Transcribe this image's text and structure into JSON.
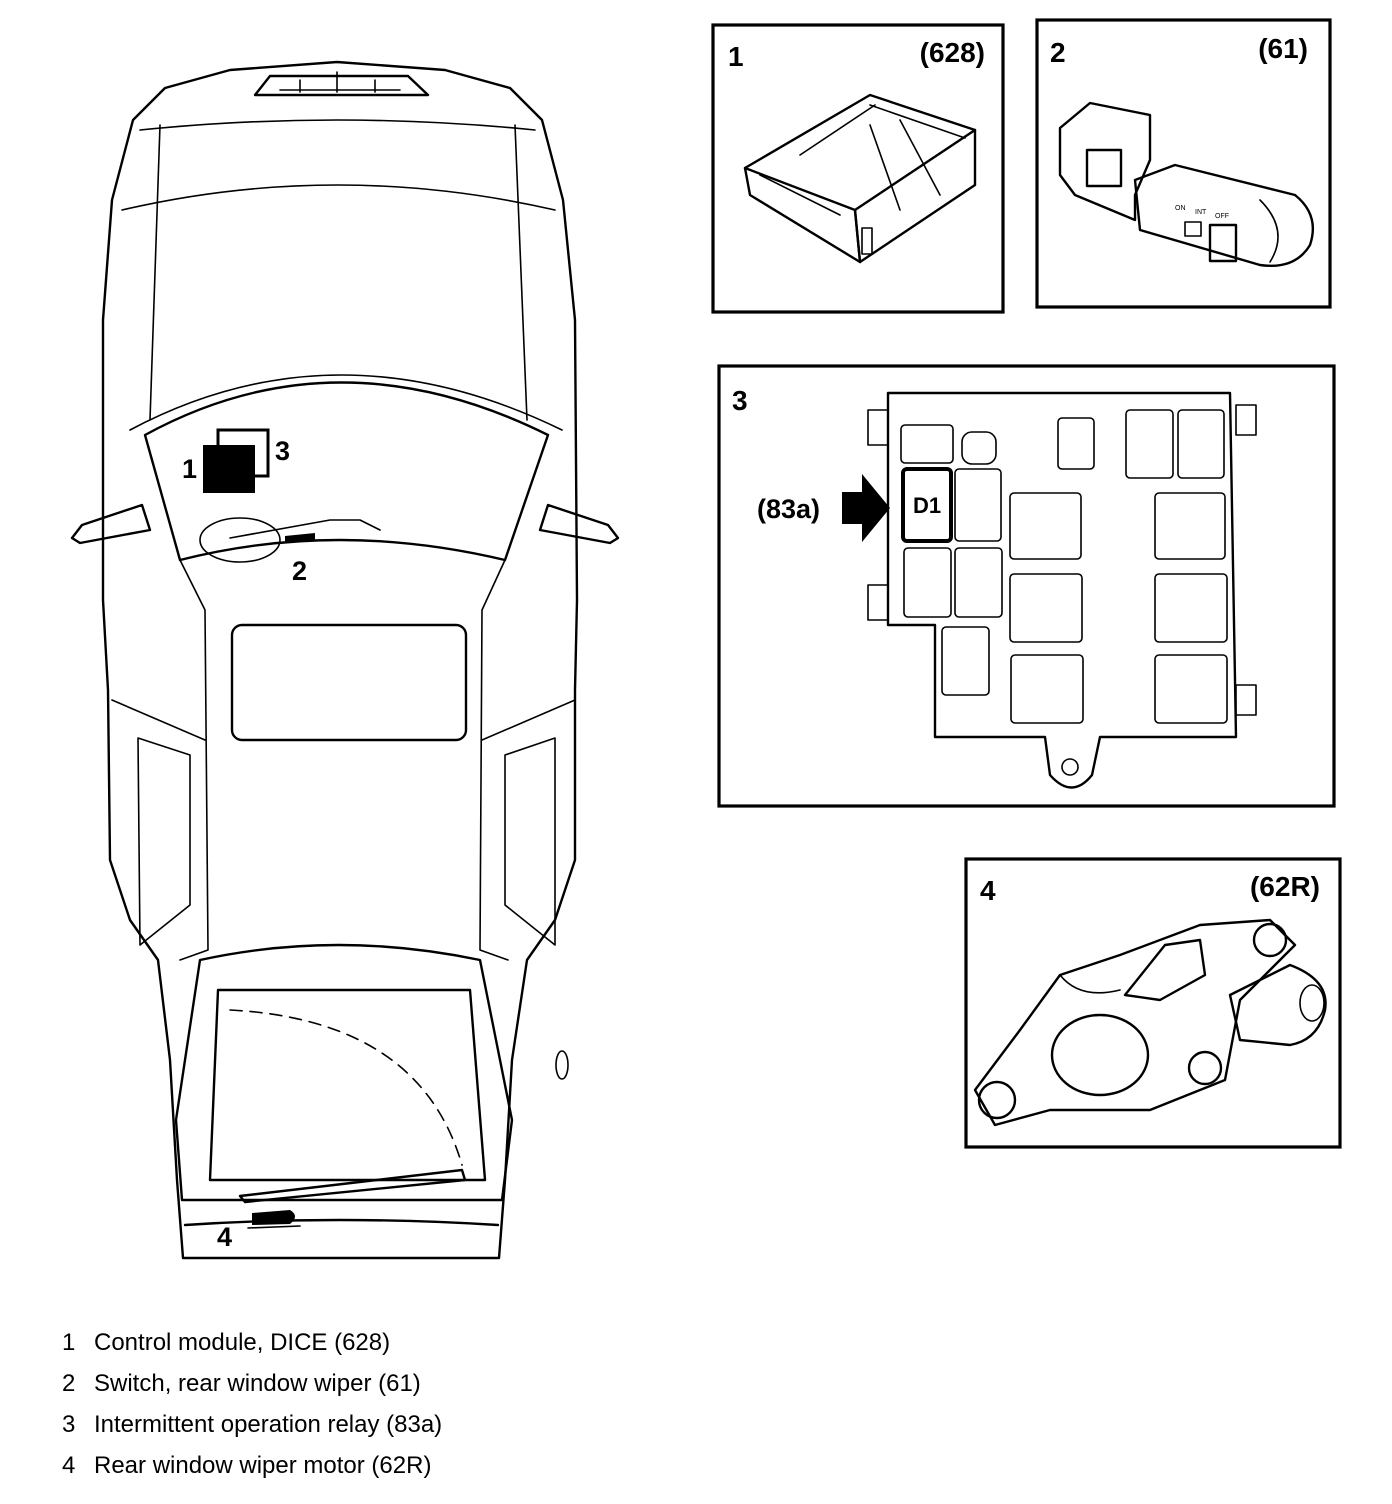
{
  "car": {
    "markers": [
      "1",
      "2",
      "3",
      "4"
    ]
  },
  "panels": [
    {
      "number": "1",
      "code": "(628)"
    },
    {
      "number": "2",
      "code": "(61)"
    },
    {
      "number": "3",
      "code": "",
      "callout": "(83a)",
      "relay_label": "D1"
    },
    {
      "number": "4",
      "code": "(62R)"
    }
  ],
  "switch_markings": [
    "ON",
    "INT",
    "OFF"
  ],
  "legend": [
    {
      "num": "1",
      "text": "Control module, DICE (628)"
    },
    {
      "num": "2",
      "text": "Switch, rear window wiper (61)"
    },
    {
      "num": "3",
      "text": "Intermittent operation relay (83a)"
    },
    {
      "num": "4",
      "text": "Rear window wiper motor (62R)"
    }
  ]
}
